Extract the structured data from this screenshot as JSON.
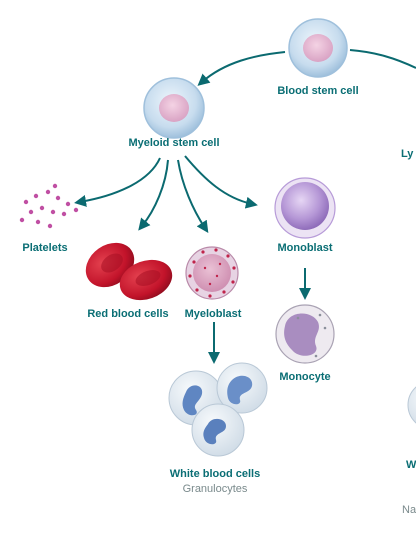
{
  "diagram": {
    "labels": {
      "blood_stem_cell": "Blood stem cell",
      "myeloid_stem_cell": "Myeloid stem cell",
      "lymphoid_partial": "Ly",
      "platelets": "Platelets",
      "red_blood_cells": "Red blood cells",
      "myeloblast": "Myeloblast",
      "monoblast": "Monoblast",
      "monocyte": "Monocyte",
      "white_blood_cells": "White blood cells",
      "granulocytes": "Granulocytes",
      "right_partial_1": "W",
      "right_partial_2": "Na"
    },
    "colors": {
      "arrow": "#0b6a70",
      "label": "#0a6e74",
      "sublabel": "#7a8a8c",
      "stem_cell": "#c9dff0",
      "red_cell": "#c8102e",
      "monoblast": "#b79bd8",
      "platelet": "#c04fa3"
    }
  }
}
